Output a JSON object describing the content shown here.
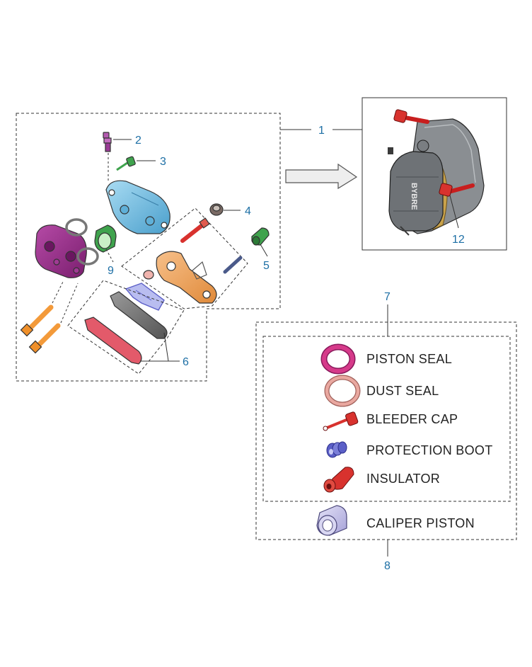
{
  "callouts": {
    "c1": "1",
    "c2": "2",
    "c3": "3",
    "c4": "4",
    "c5": "5",
    "c6": "6",
    "c7": "7",
    "c8": "8",
    "c9": "9",
    "c12": "12"
  },
  "photo": {
    "brand_text": "BYBRE"
  },
  "legend": {
    "items": [
      {
        "label": "PISTON SEAL",
        "icon": "piston-seal-icon",
        "color": "#d63a8a"
      },
      {
        "label": "DUST SEAL",
        "icon": "dust-seal-icon",
        "color": "#e9a8a0"
      },
      {
        "label": "BLEEDER CAP",
        "icon": "bleeder-cap-icon",
        "color": "#d8322e"
      },
      {
        "label": "PROTECTION BOOT",
        "icon": "protection-boot-icon",
        "color": "#5b5fc7"
      },
      {
        "label": "INSULATOR",
        "icon": "insulator-icon",
        "color": "#d8322e"
      }
    ],
    "outer_item": {
      "label": "CALIPER PISTON",
      "icon": "caliper-piston-icon",
      "color": "#c9c6ee"
    }
  },
  "colors": {
    "callout": "#1d6fa5",
    "caliper_body": "#9a2d8a",
    "caliper_half": "#7cc4e6",
    "bracket": "#f0a55a",
    "pad": "#e35a6a",
    "pad_plate": "#b9a0a4",
    "bolt": "#f39a3a",
    "pin": "#d8322e",
    "bleeder": "#b45ab0",
    "cap": "#3fa34d",
    "boot": "#3fa34d",
    "spring": "#5b5fc7",
    "photo_bg": "#ffffff"
  }
}
